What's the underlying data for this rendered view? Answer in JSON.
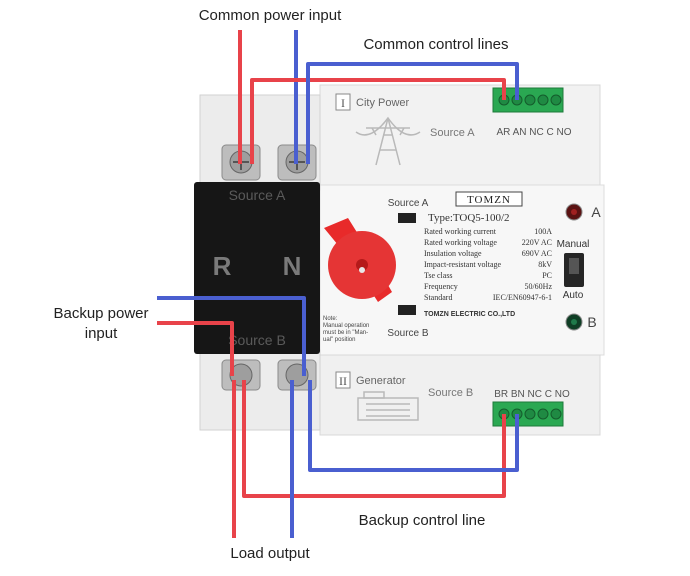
{
  "callouts": {
    "common_power_input": "Common power input",
    "common_control_lines": "Common control lines",
    "backup_power_input_line1": "Backup power",
    "backup_power_input_line2": "input",
    "backup_control_line": "Backup control line",
    "load_output": "Load output"
  },
  "device": {
    "city_power_roman": "I",
    "city_power_label": "City Power",
    "source_a_top": "Source A",
    "source_a_black": "Source A",
    "source_b_black": "Source B",
    "r_letter": "R",
    "n_letter": "N",
    "top_terminals": "AR AN NC C NO",
    "generator_roman": "II",
    "generator_label": "Generator",
    "source_b_bottom": "Source B",
    "bottom_terminals": "BR BN NC C NO",
    "switch_source_a": "Source A",
    "switch_source_b": "Source B",
    "brand": "TOMZN",
    "type": "Type:TOQ5-100/2",
    "specs": [
      {
        "label": "Rated working current",
        "value": "100A"
      },
      {
        "label": "Rated working voltage",
        "value": "220V AC"
      },
      {
        "label": "Insulation voltage",
        "value": "690V AC"
      },
      {
        "label": "Impact-resistant voltage",
        "value": "8kV"
      },
      {
        "label": "Tse class",
        "value": "PC"
      },
      {
        "label": "Frequency",
        "value": "50/60Hz"
      },
      {
        "label": "Standard",
        "value": "IEC/EN60947-6-1"
      }
    ],
    "maker": "TOMZN ELECTRIC CO.,LTD",
    "note_line1": "Note:",
    "note_line2": "Manual operation",
    "note_line3": "must be in \"Man-",
    "note_line4": "ual\" position",
    "indicator_a": "A",
    "indicator_b": "B",
    "mode_manual": "Manual",
    "mode_auto": "Auto"
  },
  "colors": {
    "red_wire": "#e8434a",
    "blue_wire": "#4a5fd0",
    "green_terminal": "#2aa852"
  }
}
